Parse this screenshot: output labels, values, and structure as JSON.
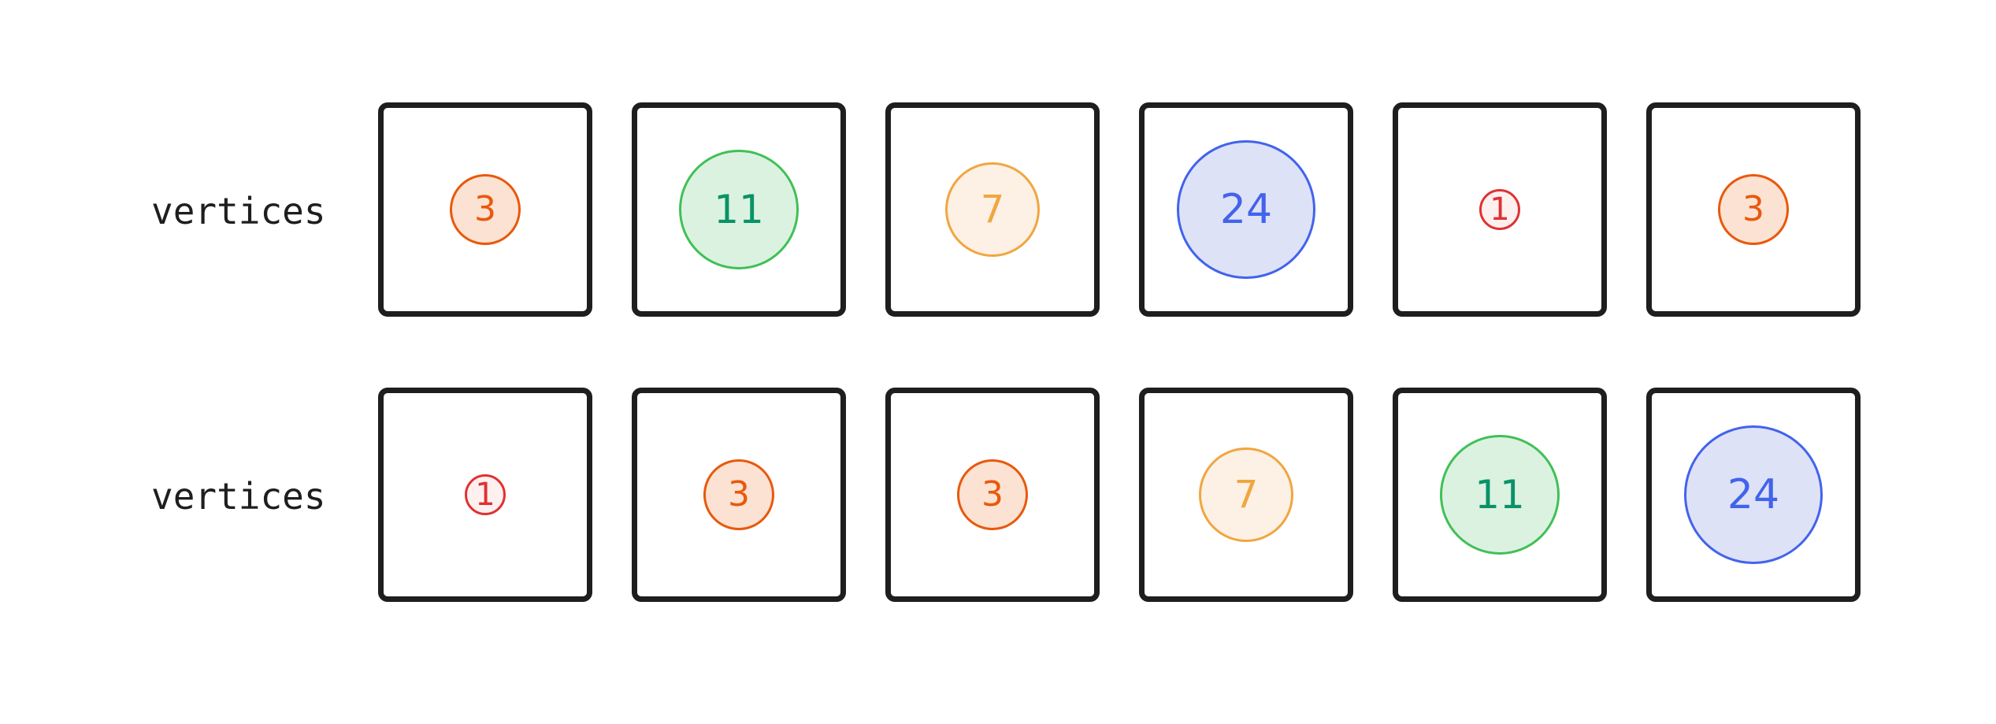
{
  "rows": [
    {
      "label": "vertices",
      "cells": [
        {
          "value": "3",
          "level": 3
        },
        {
          "value": "11",
          "level": 11
        },
        {
          "value": "7",
          "level": 7
        },
        {
          "value": "24",
          "level": 24
        },
        {
          "value": "1",
          "level": 1
        },
        {
          "value": "3",
          "level": 3
        }
      ]
    },
    {
      "label": "vertices",
      "cells": [
        {
          "value": "1",
          "level": 1
        },
        {
          "value": "3",
          "level": 3
        },
        {
          "value": "3",
          "level": 3
        },
        {
          "value": "7",
          "level": 7
        },
        {
          "value": "11",
          "level": 11
        },
        {
          "value": "24",
          "level": 24
        }
      ]
    }
  ],
  "palette": {
    "1": {
      "stroke": "#e03131",
      "fill": "#fff0f0",
      "text": "#e03131"
    },
    "3": {
      "stroke": "#e8590c",
      "fill": "#fce2d3",
      "text": "#e8590c"
    },
    "7": {
      "stroke": "#f0a63f",
      "fill": "#fdf0e4",
      "text": "#f0a63f"
    },
    "11": {
      "stroke": "#40c057",
      "fill": "#dcf2e0",
      "text": "#099268"
    },
    "24": {
      "stroke": "#4263eb",
      "fill": "#dee2f7",
      "text": "#4263eb"
    }
  }
}
